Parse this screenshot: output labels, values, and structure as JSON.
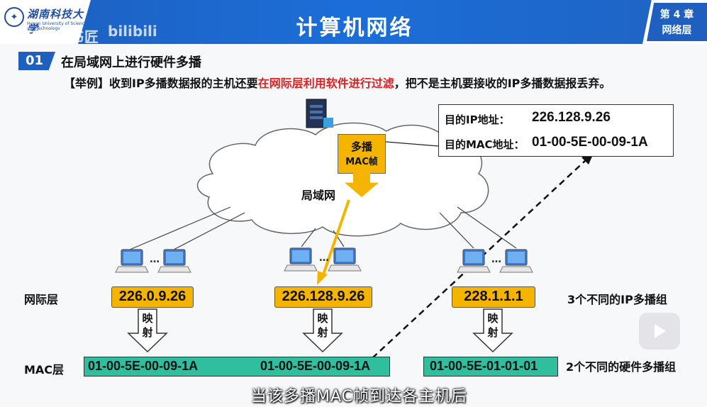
{
  "header": {
    "university": "湖南科技大学",
    "university_en": "Hunan University of Science and Technology",
    "watermark": "湖科大教书匠",
    "watermark_bili": "bilibili",
    "title": "计算机网络",
    "chapter_num": "第 4 章",
    "chapter_name": "网络层"
  },
  "section": {
    "number": "01",
    "title": "在局域网上进行硬件多播"
  },
  "example": {
    "prefix": "【举例】收到IP多播数据报的主机还要",
    "highlight": "在网际层利用软件进行过滤",
    "suffix": "，把不是主机要接收的IP多播数据报丢弃。"
  },
  "address_box": {
    "dst_ip_label": "目的IP地址：",
    "dst_ip_value": "226.128.9.26",
    "dst_mac_label": "目的MAC地址：",
    "dst_mac_value": "01-00-5E-00-09-1A"
  },
  "multicast_frame": {
    "line1": "多播",
    "line2": "MAC帧"
  },
  "lan_label": "局域网",
  "laptop_ellipsis": "…",
  "layers": {
    "network": "网际层",
    "mac": "MAC层"
  },
  "ip_groups": [
    "226.0.9.26",
    "226.128.9.26",
    "228.1.1.1"
  ],
  "mapping": {
    "line1": "映",
    "line2": "射"
  },
  "mac_groups": [
    "01-00-5E-00-09-1A",
    "01-00-5E-00-09-1A",
    "01-00-5E-01-01-01"
  ],
  "notes": {
    "ip_groups": "3个不同的IP多播组",
    "mac_groups": "2个不同的硬件多播组"
  },
  "subtitle": "当该多播MAC帧到达各主机后",
  "colors": {
    "header_blue": "#1e5fbf",
    "highlight_red": "#e02020",
    "ip_box_yellow": "#f4b400",
    "mac_bar_green": "#2fbf9f"
  },
  "icons": {
    "play": "play-button-icon",
    "server": "server-icon",
    "laptop": "laptop-icon"
  }
}
